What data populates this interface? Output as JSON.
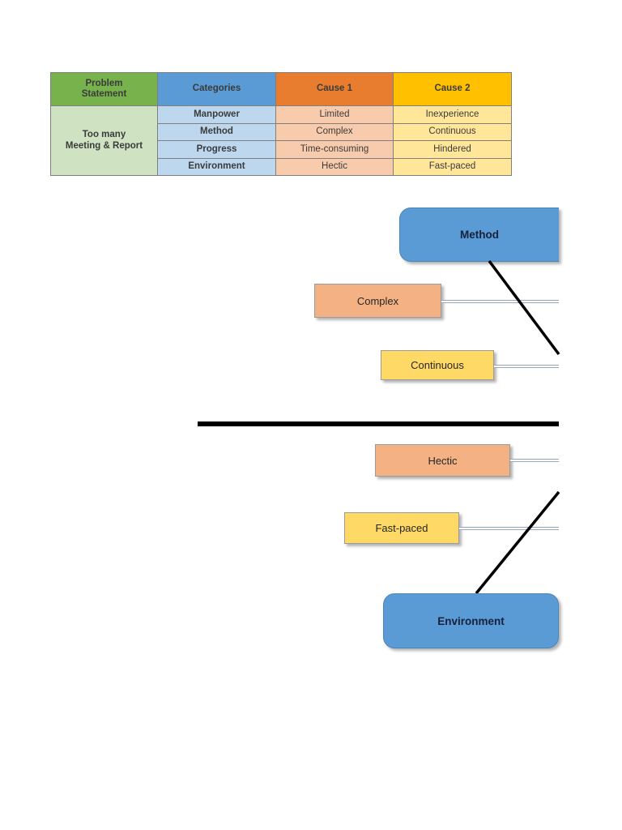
{
  "table": {
    "headers": [
      {
        "label": "Problem Statement",
        "line1": "Problem",
        "line2": "Statement",
        "color": "#77b24c"
      },
      {
        "label": "Categories",
        "color": "#5b9bd5"
      },
      {
        "label": "Cause 1",
        "color": "#e87d2f"
      },
      {
        "label": "Cause 2",
        "color": "#ffc000"
      }
    ],
    "problem_statement": {
      "line1": "Too many",
      "line2": "Meeting & Report"
    },
    "rows": [
      {
        "category": "Manpower",
        "cause1": "Limited",
        "cause2": "Inexperience"
      },
      {
        "category": "Method",
        "cause1": "Complex",
        "cause2": "Continuous"
      },
      {
        "category": "Progress",
        "cause1": "Time-consuming",
        "cause2": "Hindered"
      },
      {
        "category": "Environment",
        "cause1": "Hectic",
        "cause2": "Fast-paced"
      }
    ]
  },
  "diagram": {
    "type": "fishbone",
    "spine_color": "#000000",
    "category_color": "#5b9bd5",
    "cause1_color": "#f4b183",
    "cause2_color": "#ffd966",
    "branches": [
      {
        "category": "Method",
        "position": "above-spine",
        "causes": [
          {
            "label": "Complex",
            "level": "cause1"
          },
          {
            "label": "Continuous",
            "level": "cause2"
          }
        ]
      },
      {
        "category": "Environment",
        "position": "below-spine",
        "causes": [
          {
            "label": "Hectic",
            "level": "cause1"
          },
          {
            "label": "Fast-paced",
            "level": "cause2"
          }
        ]
      }
    ]
  }
}
